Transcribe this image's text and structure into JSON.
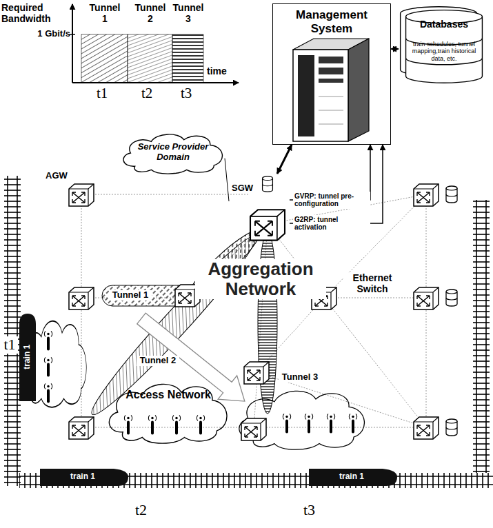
{
  "diagram": {
    "nodes": [
      {
        "text": [
          "Management System"
        ]
      },
      {
        "text": [
          "Databases",
          "train schedules, tunnel mapping,train historical data, etc."
        ]
      },
      {
        "text": [
          "Service Provider Domain"
        ]
      },
      {
        "text": [
          "SGW"
        ]
      },
      {
        "text": [
          "Access Network"
        ]
      }
    ],
    "edges": [
      {
        "from": 0,
        "to": 1,
        "arrow": "both"
      },
      {
        "from": 3,
        "to": 0,
        "arrow": "both"
      },
      {
        "from": 3,
        "to": 0,
        "label": "GVRP: tunnel pre-configuration",
        "arrow": "to"
      },
      {
        "from": 3,
        "to": 0,
        "label": "G2RP: tunnel activation",
        "arrow": "to"
      },
      {
        "from": 2,
        "to": 3,
        "arrow": "none"
      }
    ],
    "labels": [
      "Required Bandwidth",
      "1 Gbit/s",
      "Tunnel 1",
      "Tunnel 2",
      "Tunnel 3",
      "time",
      "t1",
      "t2",
      "t3",
      "AGW",
      "Aggregation Network",
      "Ethernet Switch",
      "Tunnel 1",
      "Tunnel 2",
      "Tunnel 3",
      "train 1",
      "train 1",
      "train 1",
      "t1",
      "t2",
      "t3"
    ]
  }
}
